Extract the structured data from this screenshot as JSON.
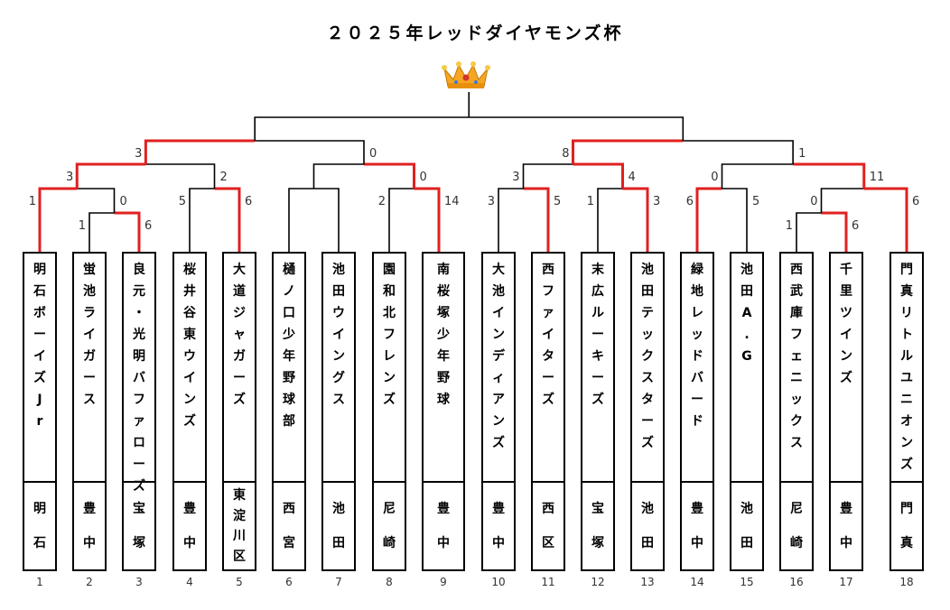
{
  "title": "２０２５年レッドダイヤモンズ杯",
  "colors": {
    "winner_line": "#e02020",
    "line": "#000000"
  },
  "teams": [
    {
      "seed": "1",
      "name": "明石ボーイズJr",
      "city": "明石"
    },
    {
      "seed": "2",
      "name": "蛍池ライガース",
      "city": "豊中"
    },
    {
      "seed": "3",
      "name": "良元・光明バファローズ",
      "city": "宝塚"
    },
    {
      "seed": "4",
      "name": "桜井谷東ウインズ",
      "city": "豊中"
    },
    {
      "seed": "5",
      "name": "大道ジャガーズ",
      "city": "東淀川区"
    },
    {
      "seed": "6",
      "name": "樋ノ口少年野球部",
      "city": "西宮"
    },
    {
      "seed": "7",
      "name": "池田ウイングス",
      "city": "池田"
    },
    {
      "seed": "8",
      "name": "園和北フレンズ",
      "city": "尼崎"
    },
    {
      "seed": "9",
      "name": "南桜塚少年野球",
      "city": "豊中"
    },
    {
      "seed": "10",
      "name": "大池インディアンズ",
      "city": "豊中"
    },
    {
      "seed": "11",
      "name": "西ファイターズ",
      "city": "西区"
    },
    {
      "seed": "12",
      "name": "末広ルーキーズ",
      "city": "宝塚"
    },
    {
      "seed": "13",
      "name": "池田テックスターズ",
      "city": "池田"
    },
    {
      "seed": "14",
      "name": "緑地レッドバード",
      "city": "豊中"
    },
    {
      "seed": "15",
      "name": "池田A.G",
      "city": "池田"
    },
    {
      "seed": "16",
      "name": "西武庫フェニックス",
      "city": "尼崎"
    },
    {
      "seed": "17",
      "name": "千里ツインズ",
      "city": "豊中"
    },
    {
      "seed": "18",
      "name": "門真リトルユニオンズ",
      "city": "門真"
    }
  ],
  "scores": {
    "r1_2v3": [
      "1",
      "6"
    ],
    "r2_1v23": [
      "1",
      "0"
    ],
    "r2_4v5": [
      "5",
      "6"
    ],
    "r2_6v7": [
      "",
      ""
    ],
    "r2_8v9": [
      "2",
      "14"
    ],
    "r2_10v11": [
      "3",
      "5"
    ],
    "r2_12v13": [
      "1",
      "3"
    ],
    "r2_14v15": [
      "6",
      "5"
    ],
    "r1_16v17": [
      "1",
      "6"
    ],
    "r2_1617v18": [
      "0",
      "6"
    ],
    "qf_a": [
      "3",
      "2"
    ],
    "qf_b": [
      "",
      "0"
    ],
    "qf_c": [
      "3",
      "4"
    ],
    "qf_d": [
      "0",
      "11"
    ],
    "sf_left": [
      "3",
      "0"
    ],
    "sf_right": [
      "8",
      "1"
    ]
  }
}
